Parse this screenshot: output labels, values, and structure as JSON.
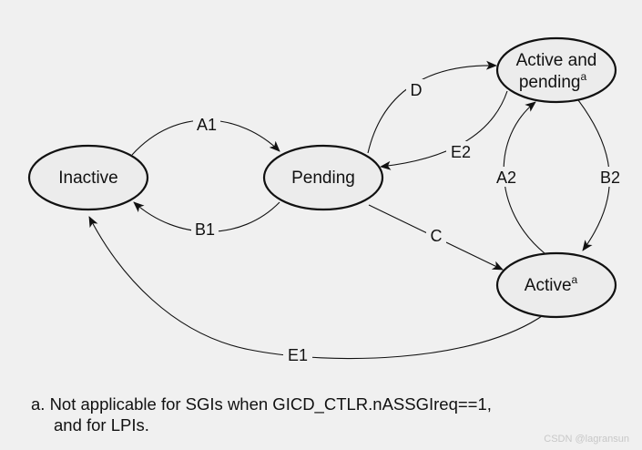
{
  "states": {
    "inactive": "Inactive",
    "pending": "Pending",
    "active": "Active",
    "active_sup": "a",
    "active_pending_line1": "Active and",
    "active_pending_line2": "pending",
    "active_pending_sup": "a"
  },
  "edges": {
    "A1": "A1",
    "B1": "B1",
    "C": "C",
    "D": "D",
    "E1": "E1",
    "E2": "E2",
    "A2": "A2",
    "B2": "B2"
  },
  "footnote": {
    "line1": "a. Not applicable for SGIs when GICD_CTLR.nASSGIreq==1,",
    "line2": "and for LPIs."
  },
  "watermark": "CSDN @lagransun"
}
